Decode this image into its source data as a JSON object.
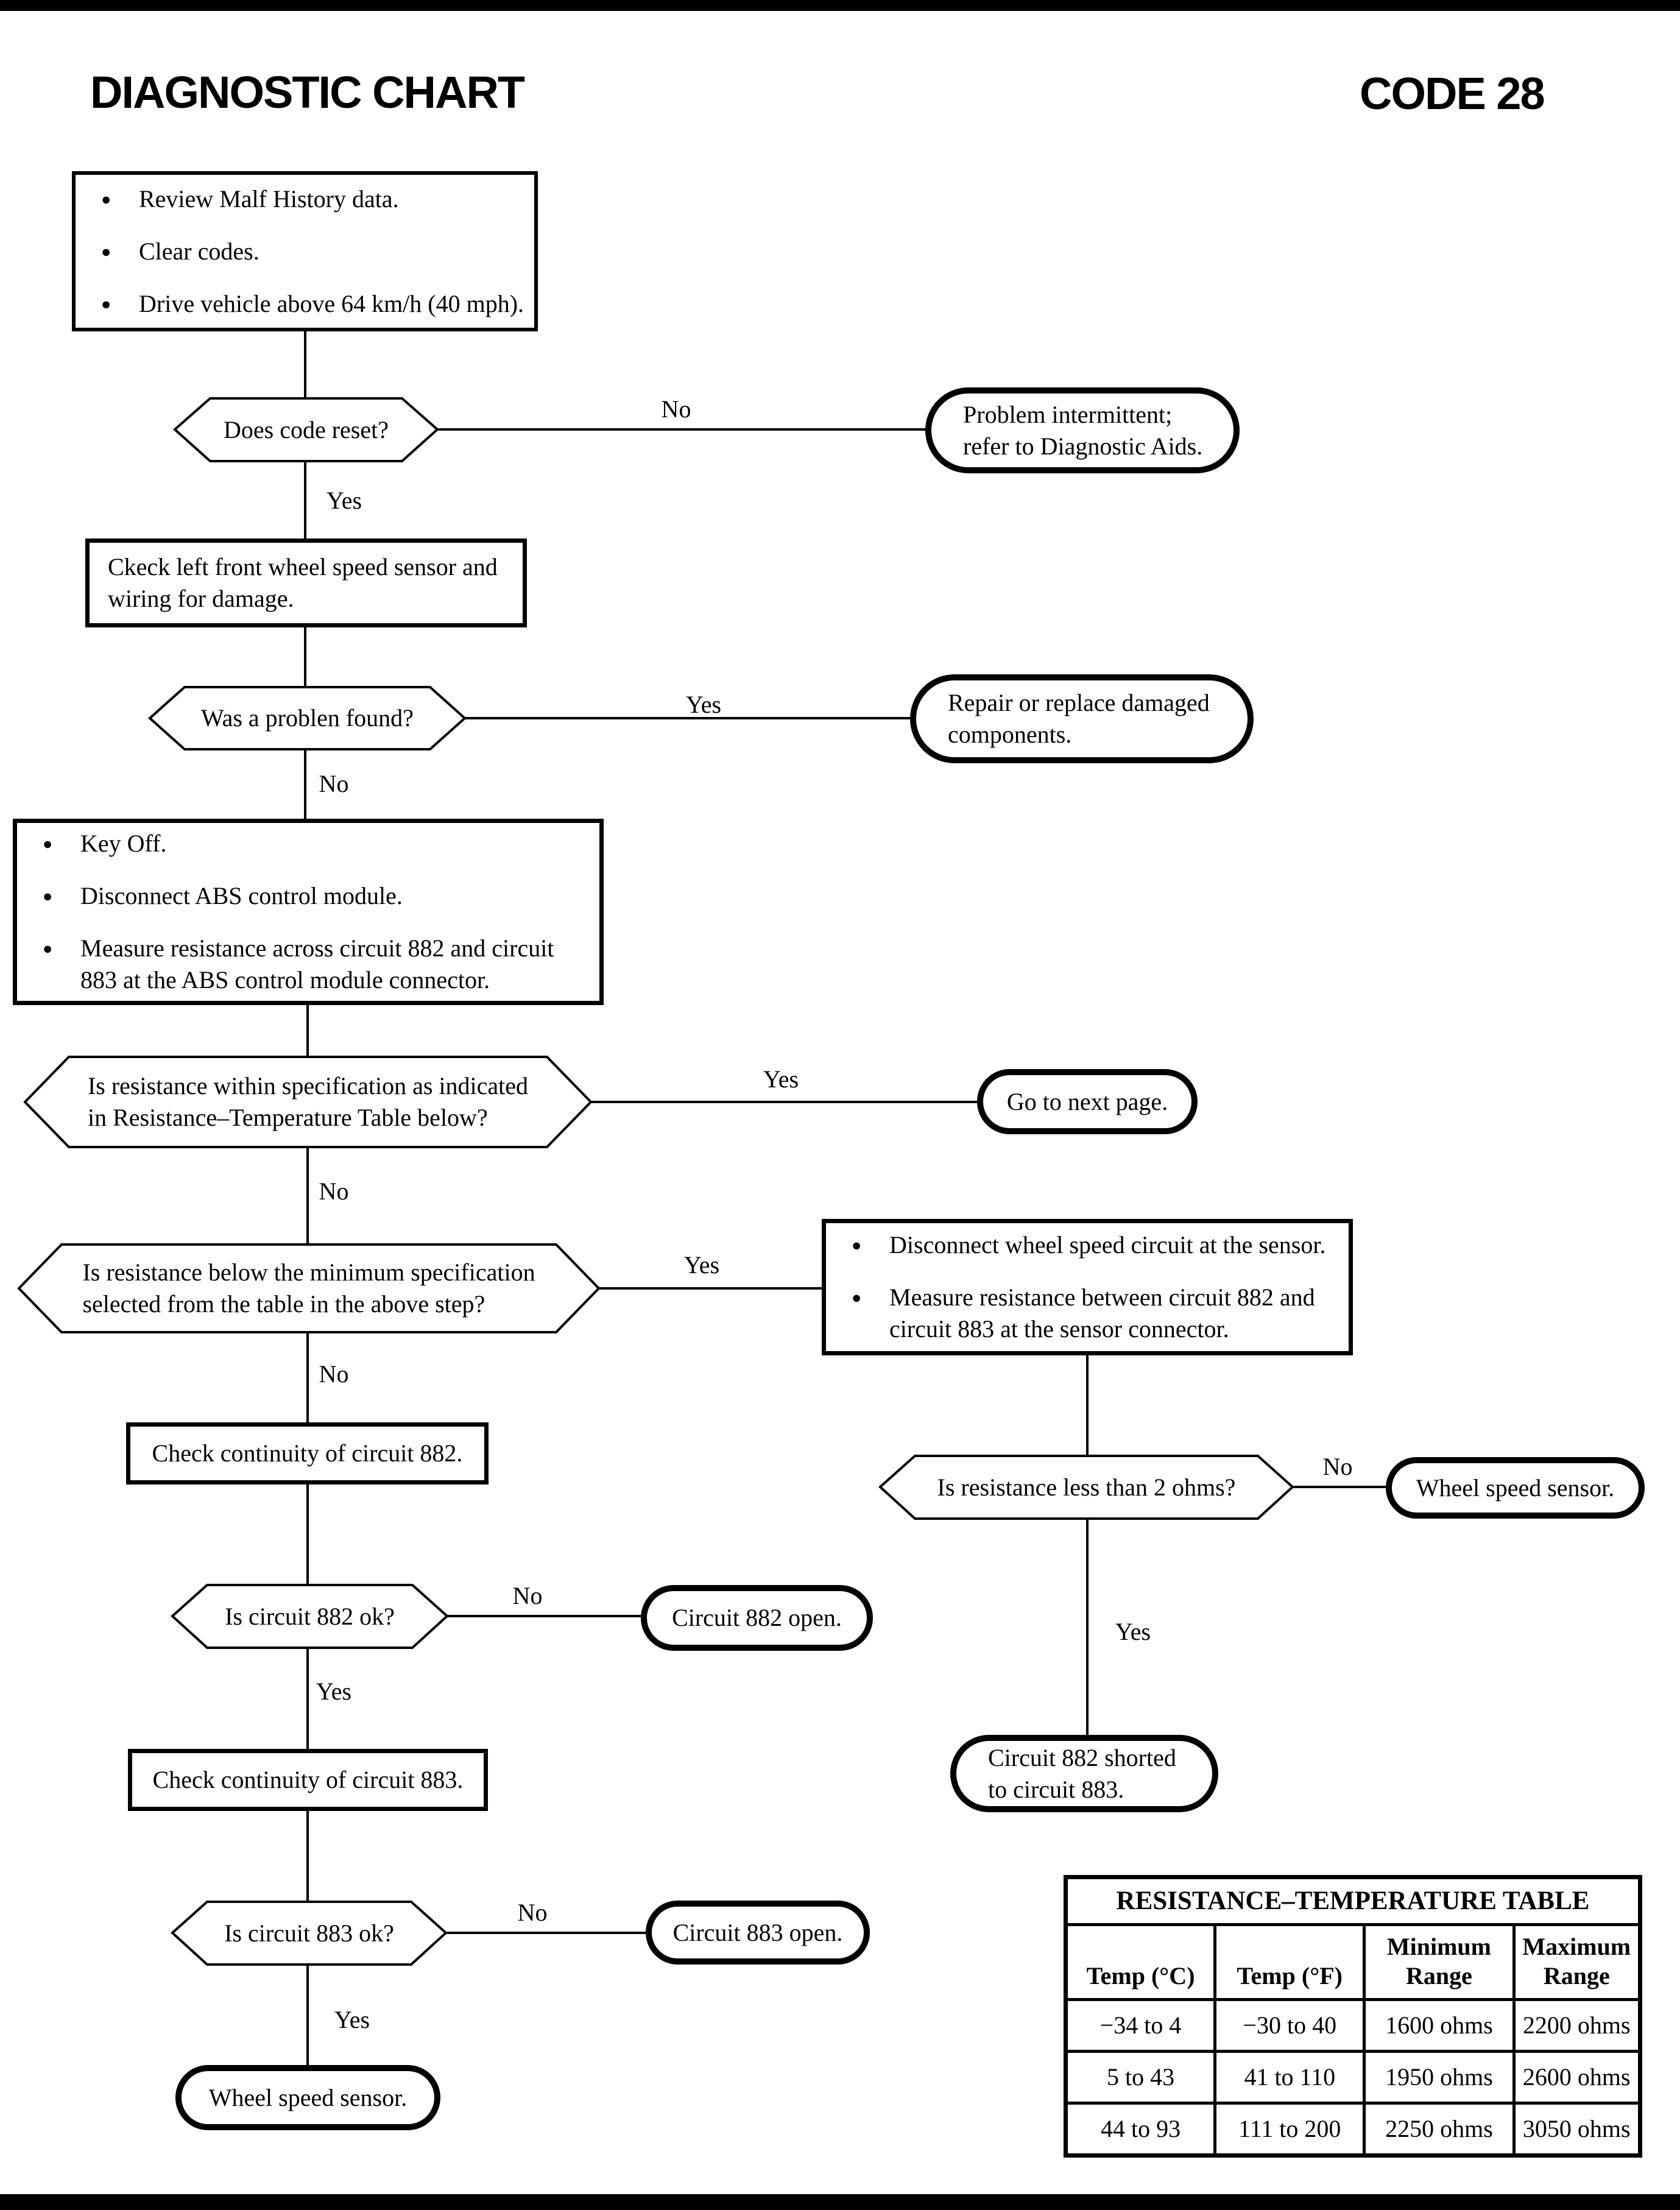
{
  "header": {
    "title": "DIAGNOSTIC CHART",
    "code": "CODE 28"
  },
  "labels": {
    "yes": "Yes",
    "no": "No"
  },
  "nodes": {
    "start": {
      "bullets": [
        "Review Malf History data.",
        "Clear codes.",
        "Drive vehicle above 64 km/h (40 mph)."
      ]
    },
    "q_code_reset": {
      "text": "Does code reset?"
    },
    "t_intermittent": {
      "text": "Problem intermittent;\nrefer to Diagnostic Aids."
    },
    "p_check_sensor": {
      "text": "Ckeck left front wheel speed sensor and\nwiring for damage."
    },
    "q_problem_found": {
      "text": "Was a problen found?"
    },
    "t_repair": {
      "text": "Repair or replace damaged\ncomponents."
    },
    "p_key_off": {
      "bullets": [
        "Key Off.",
        "Disconnect ABS control module.",
        "Measure resistance across circuit 882 and circuit\n883 at the ABS control module connector."
      ]
    },
    "q_within_spec": {
      "text": "Is resistance within specification as indicated\nin Resistance–Temperature Table below?"
    },
    "t_next_page": {
      "text": "Go to next page."
    },
    "q_below_min": {
      "text": "Is resistance below the minimum specification\nselected from the table in the above step?"
    },
    "p_disconnect_sensor": {
      "bullets": [
        "Disconnect wheel speed circuit at the sensor.",
        "Measure resistance between circuit 882 and\ncircuit 883 at the sensor connector."
      ]
    },
    "p_check_882": {
      "text": "Check continuity of circuit 882."
    },
    "q_less_2ohms": {
      "text": "Is resistance less than 2 ohms?"
    },
    "t_wss_right": {
      "text": "Wheel speed sensor."
    },
    "t_shorted": {
      "text": "Circuit 882 shorted\nto circuit 883."
    },
    "q_882_ok": {
      "text": "Is circuit 882 ok?"
    },
    "t_882_open": {
      "text": "Circuit 882 open."
    },
    "p_check_883": {
      "text": "Check continuity of circuit 883."
    },
    "q_883_ok": {
      "text": "Is circuit 883 ok?"
    },
    "t_883_open": {
      "text": "Circuit 883 open."
    },
    "t_wss_bottom": {
      "text": "Wheel speed sensor."
    }
  },
  "table": {
    "title": "RESISTANCE–TEMPERATURE TABLE",
    "col_headers": [
      "Temp (°C)",
      "Temp (°F)",
      "Minimum\nRange",
      "Maximum\nRange"
    ],
    "rows": [
      [
        "−34 to 4",
        "−30 to 40",
        "1600 ohms",
        "2200 ohms"
      ],
      [
        "5 to 43",
        "41 to 110",
        "1950 ohms",
        "2600 ohms"
      ],
      [
        "44 to 93",
        "111 to 200",
        "2250 ohms",
        "3050 ohms"
      ]
    ]
  }
}
